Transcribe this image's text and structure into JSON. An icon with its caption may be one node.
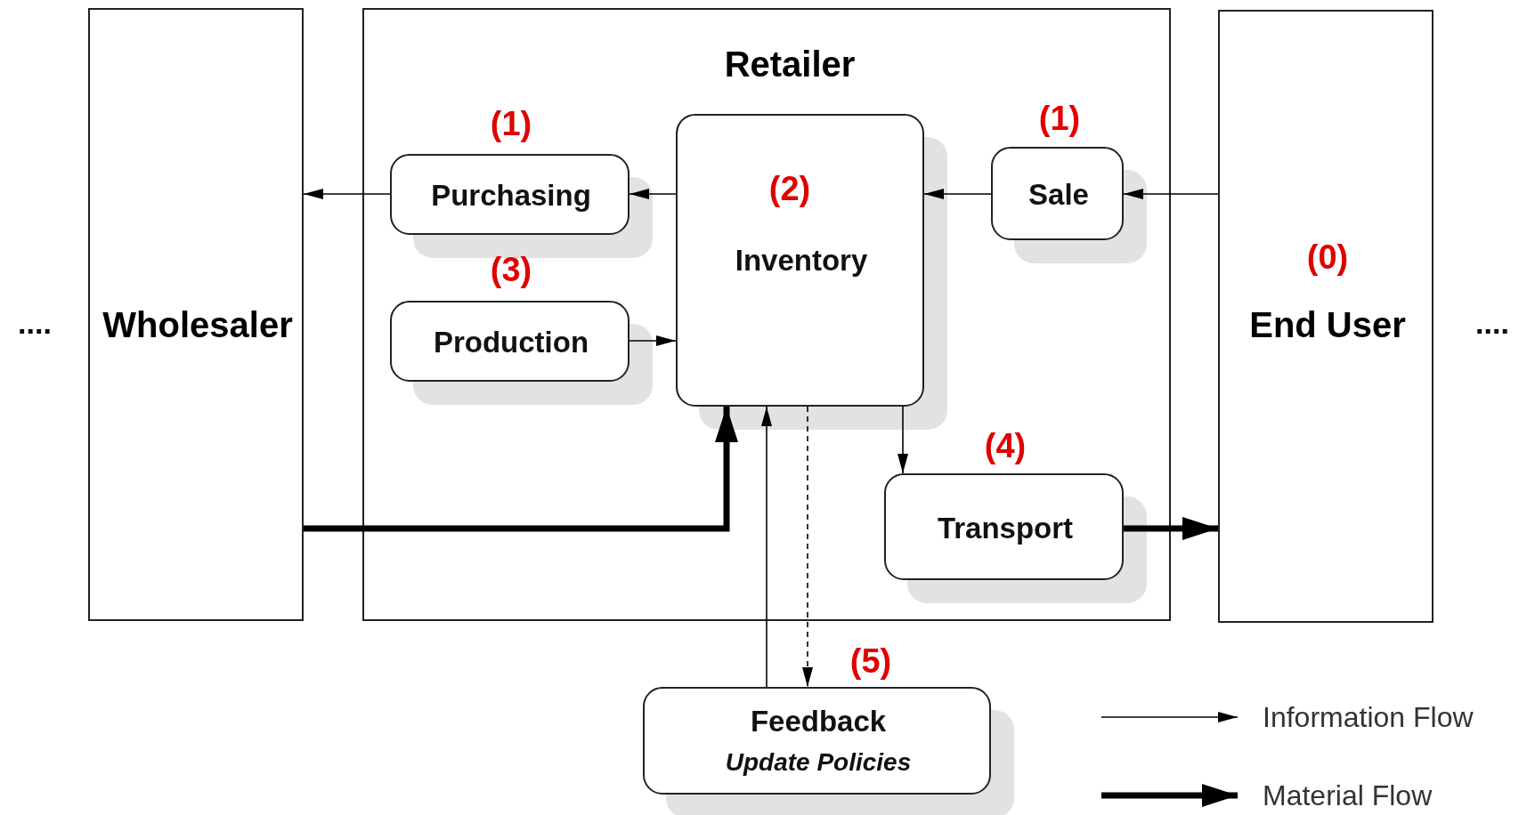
{
  "diagram": {
    "nodes": [
      {
        "text": [
          "Wholesaler"
        ]
      },
      {
        "text": [
          "Retailer"
        ]
      },
      {
        "text": [
          "(1)",
          "Purchasing"
        ],
        "in": 1
      },
      {
        "text": [
          "(2)",
          "Inventory"
        ],
        "in": 1
      },
      {
        "text": [
          "(1)",
          "Sale"
        ],
        "in": 1
      },
      {
        "text": [
          "(3)",
          "Production"
        ],
        "in": 1
      },
      {
        "text": [
          "(4)",
          "Transport"
        ],
        "in": 1
      },
      {
        "text": [
          "(0)",
          "End User"
        ]
      },
      {
        "text": [
          "(5)",
          "Feedback",
          "Update Policies"
        ]
      }
    ],
    "edges": [
      {
        "from": 2,
        "to": 0,
        "arrow": "to"
      },
      {
        "from": 3,
        "to": 2,
        "arrow": "to"
      },
      {
        "from": 4,
        "to": 3,
        "arrow": "to"
      },
      {
        "from": 7,
        "to": 4,
        "arrow": "to"
      },
      {
        "from": 5,
        "to": 3,
        "arrow": "to"
      },
      {
        "from": 3,
        "to": 6,
        "arrow": "to"
      },
      {
        "from": 6,
        "to": 7,
        "arrow": "to",
        "style": "thick"
      },
      {
        "from": 0,
        "to": 3,
        "arrow": "to",
        "style": "thick"
      },
      {
        "from": 8,
        "to": 3,
        "arrow": "to"
      },
      {
        "from": 3,
        "to": 8,
        "arrow": "to",
        "style": "dashed"
      }
    ],
    "labels": [
      "....",
      "...."
    ],
    "legend": [
      {
        "text": "Information Flow"
      },
      {
        "text": "Material Flow"
      }
    ]
  }
}
